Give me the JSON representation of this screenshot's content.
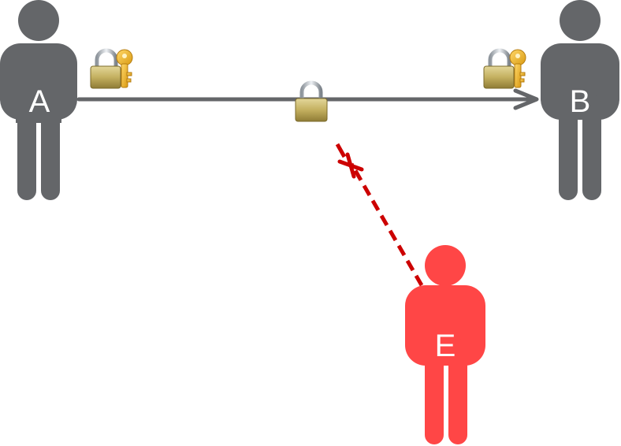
{
  "diagram": {
    "people": {
      "a": {
        "label": "A",
        "color": "#646669"
      },
      "b": {
        "label": "B",
        "color": "#646669"
      },
      "e": {
        "label": "E",
        "color": "#ff4646"
      }
    },
    "channel": {
      "color": "#646669"
    },
    "interception": {
      "color": "#cc0000"
    },
    "icons": {
      "sender_key": "padlock-with-key-icon",
      "channel_lock": "padlock-icon",
      "receiver_key": "padlock-with-key-icon",
      "blocked_mark": "x-mark-icon"
    }
  }
}
